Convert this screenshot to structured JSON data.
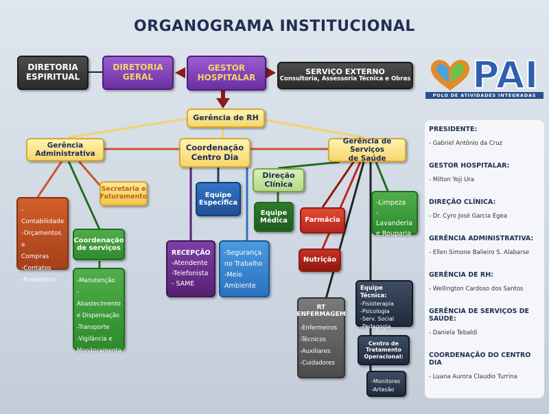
{
  "title": "ORGANOGRAMA INSTITUCIONAL",
  "logo": {
    "text": "PAI",
    "subtitle": "POLO DE ATIVIDADES INTEGRADAS"
  },
  "boxes": {
    "diretoria_espiritual": [
      "DIRETORIA",
      "ESPIRITUAL"
    ],
    "diretoria_geral": [
      "DIRETORIA",
      "GERAL"
    ],
    "gestor_hospitalar": [
      "GESTOR",
      "HOSPITALAR"
    ],
    "servico_externo": [
      "SERVIÇO EXTERNO",
      "Consultoria, Assessoria Técnica e Obras"
    ],
    "gerencia_rh": [
      "Gerência de RH"
    ],
    "gerencia_administrativa": [
      "Gerência",
      "Administrativa"
    ],
    "coordenacao_centro_dia": [
      "Coordenação",
      "Centro Dia"
    ],
    "gerencia_servicos_saude": [
      "Gerência de Serviços",
      "de Saúde"
    ],
    "secretaria": [
      "Secretaria e",
      "Faturamento"
    ],
    "contabilidade_list": [
      "-Contabilidade",
      "-Orçamentos e",
      "Compras",
      "-Contatos",
      "-Financeiro"
    ],
    "coordenacao_servicos": [
      "Coordenação",
      "de serviços"
    ],
    "servicos_list": [
      "-Manutenção",
      "-Abastecimento",
      "e Dispensação",
      "-Transporte",
      "-Vigilância e",
      "Monitoramento"
    ],
    "equipe_especifica": [
      "Equipe",
      "Especifica"
    ],
    "recepcao": [
      "RECEPÇÃO",
      "-Atendente",
      "-Telefonista",
      "- SAME"
    ],
    "seguranca": [
      "-Segurança",
      "no Trabalho",
      "-Meio",
      "Ambiente"
    ],
    "direcao_clinica": [
      "Direção",
      "Clínica"
    ],
    "equipe_medica": [
      "Equipe",
      "Médica"
    ],
    "farmacia": [
      "Farmácia"
    ],
    "nutricao": [
      "Nutrição"
    ],
    "limpeza": [
      "-Limpeza",
      "-Lavanderia",
      "e Rouparia"
    ],
    "rt_enfermagem": [
      "RT",
      "ENFERMAGEM"
    ],
    "rt_enfermagem_list": [
      "-Enfermeiros",
      "-Técnicos",
      "-Auxiliares",
      "-Cuidadores"
    ],
    "equipe_tecnica": [
      "Equipe Técnica:"
    ],
    "equipe_tecnica_list": [
      "-Fisioterapia",
      "-Psicologia",
      "-Serv. Social",
      "-Pedagogia"
    ],
    "centro_tratamento": [
      "Centro de",
      "Tratamento",
      "Operacional:"
    ],
    "centro_tratamento_list": [
      "-Monitores",
      "-Artesão"
    ]
  },
  "panel": [
    {
      "label": "PRESIDENTE:",
      "name": "- Gabriel Antônio da Cruz"
    },
    {
      "label": "GESTOR HOSPITALAR:",
      "name": "- Milton Yoji Ura"
    },
    {
      "label": "DIREÇÃO CLÍNICA:",
      "name": "- Dr. Cyro José Garcia Egea"
    },
    {
      "label": "GERÊNCIA ADMINISTRATIVA:",
      "name": "- Ellen Simone Balieiro S. Alabarse"
    },
    {
      "label": "GERÊNCIA DE RH:",
      "name": "- Wellington Cardoso dos Santos"
    },
    {
      "label": "GERÊNCIA DE SERVIÇOS DE SAÚDE:",
      "name": "- Daniela Tebaldi"
    },
    {
      "label": "COORDENAÇÃO DO CENTRO DIA",
      "name": "- Luana Aurora Claudio Turrina"
    }
  ]
}
